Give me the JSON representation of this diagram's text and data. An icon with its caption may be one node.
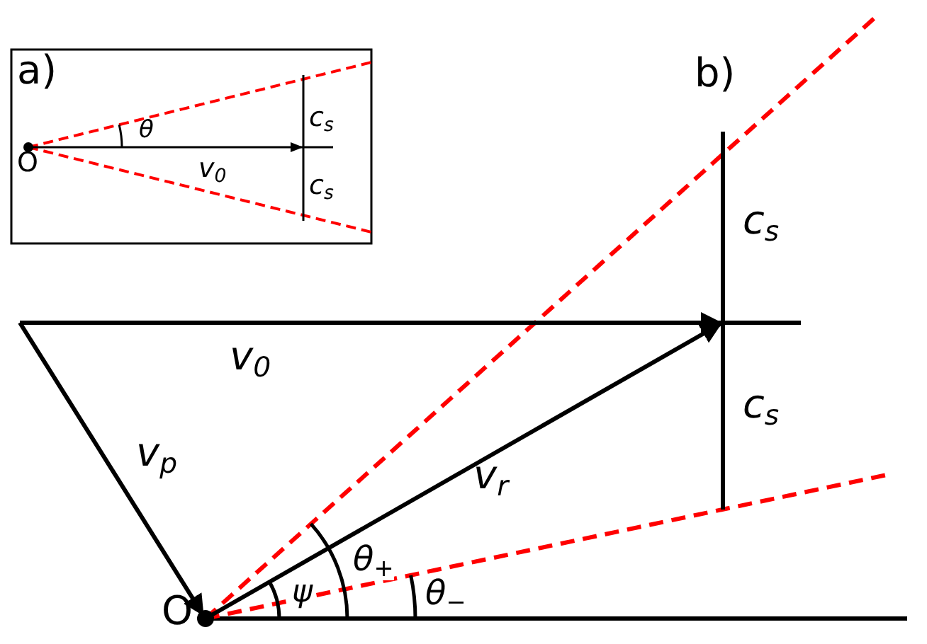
{
  "diagram": {
    "labels": [
      "a)",
      "θ",
      "c$_{s}$",
      "O",
      "v$_{0}$",
      "c$_{s}$",
      "b)",
      "c$_{s}$",
      "v$_{0}$",
      "c$_{s}$",
      "v$_{p}$",
      "v$_{r}$",
      "θ$_{+}$",
      "ψ",
      "θ$_{−}$",
      "O"
    ]
  }
}
